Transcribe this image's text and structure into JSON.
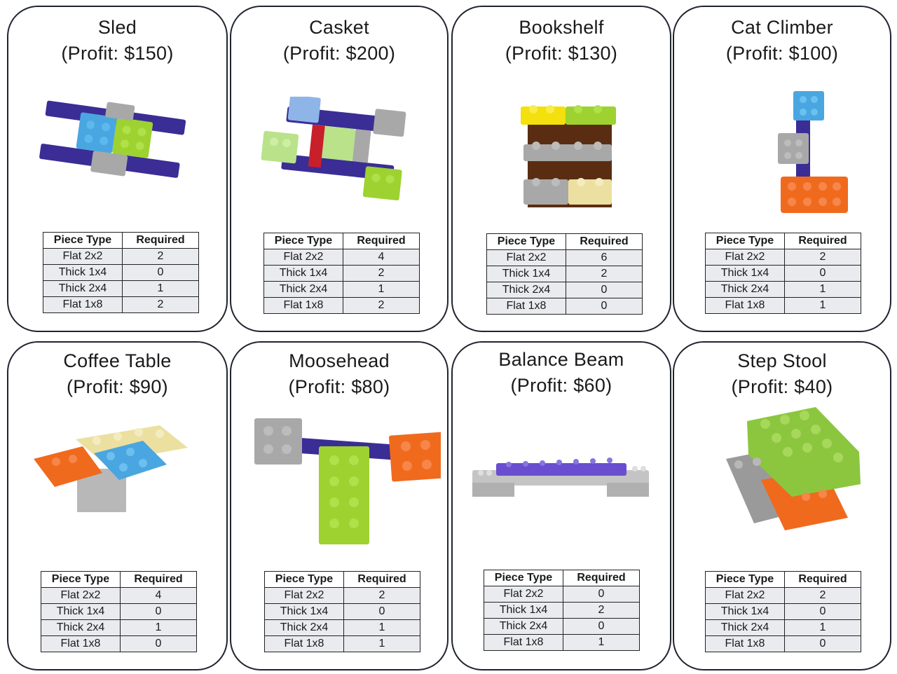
{
  "table_headers": [
    "Piece Type",
    "Required"
  ],
  "piece_types": [
    "Flat 2x2",
    "Thick 1x4",
    "Thick 2x4",
    "Flat 1x8"
  ],
  "colors": {
    "purple": "#3a2d95",
    "light_blue": "#4aa6e0",
    "lime": "#9dd230",
    "light_gray": "#a8a8a8",
    "pale_lime": "#b9e28a",
    "red": "#c8202a",
    "yellow": "#f3e00d",
    "brown": "#5a2d12",
    "tan": "#ece0a0",
    "orange": "#f06a1e",
    "sky": "#8fb5e8"
  },
  "cards": [
    {
      "name": "Sled",
      "profit": "(Profit: $150)",
      "required": [
        "2",
        "0",
        "1",
        "2"
      ]
    },
    {
      "name": "Casket",
      "profit": "(Profit: $200)",
      "required": [
        "4",
        "2",
        "1",
        "2"
      ]
    },
    {
      "name": "Bookshelf",
      "profit": "(Profit: $130)",
      "required": [
        "6",
        "2",
        "0",
        "0"
      ]
    },
    {
      "name": "Cat Climber",
      "profit": "(Profit: $100)",
      "required": [
        "2",
        "0",
        "1",
        "1"
      ]
    },
    {
      "name": "Coffee Table",
      "profit": "(Profit: $90)",
      "required": [
        "4",
        "0",
        "1",
        "0"
      ]
    },
    {
      "name": "Moosehead",
      "profit": "(Profit: $80)",
      "required": [
        "2",
        "0",
        "1",
        "1"
      ]
    },
    {
      "name": "Balance Beam",
      "profit": "(Profit: $60)",
      "required": [
        "0",
        "2",
        "0",
        "1"
      ]
    },
    {
      "name": "Step Stool",
      "profit": "(Profit: $40)",
      "required": [
        "2",
        "0",
        "1",
        "0"
      ]
    }
  ]
}
